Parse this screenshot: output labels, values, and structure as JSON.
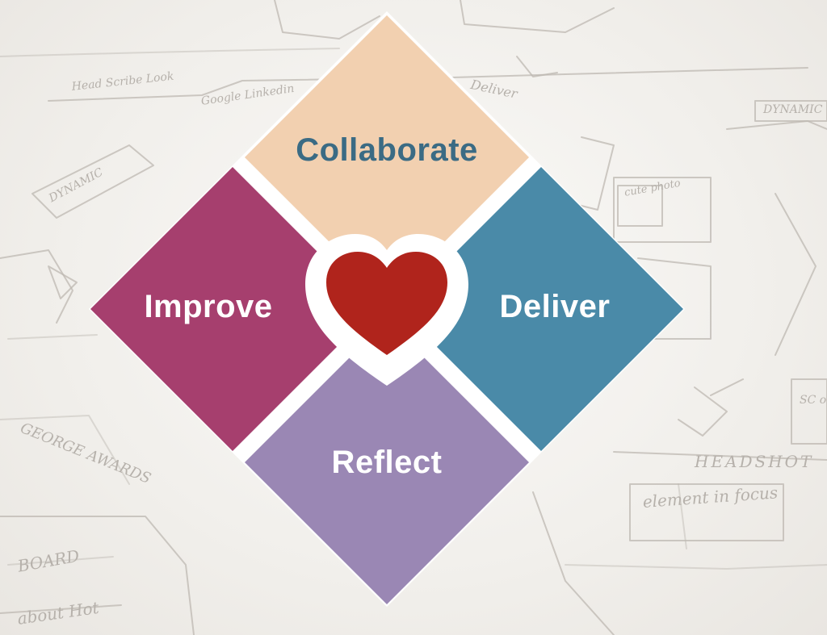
{
  "diagram": {
    "center_icon": "heart-icon",
    "quadrants": {
      "top": {
        "label": "Collaborate",
        "fill": "#f2d0b0",
        "text_color": "#3b6b84"
      },
      "left": {
        "label": "Improve",
        "fill": "#a63f6e",
        "text_color": "#ffffff"
      },
      "right": {
        "label": "Deliver",
        "fill": "#4a8aa8",
        "text_color": "#ffffff"
      },
      "bottom": {
        "label": "Reflect",
        "fill": "#9a87b4",
        "text_color": "#ffffff"
      }
    },
    "heart_color": "#b0241c",
    "gap_color": "#ffffff"
  },
  "background_sketch": {
    "notes": [
      "Head Scribe Look",
      "Google Linkedin",
      "Deliver",
      "DYNAMIC",
      "DYNAMIC",
      "cute photo",
      "GEORGE AWARDS",
      "HEADSHOT",
      "element in focus",
      "SC or",
      "BOARD",
      "about Hot"
    ]
  }
}
